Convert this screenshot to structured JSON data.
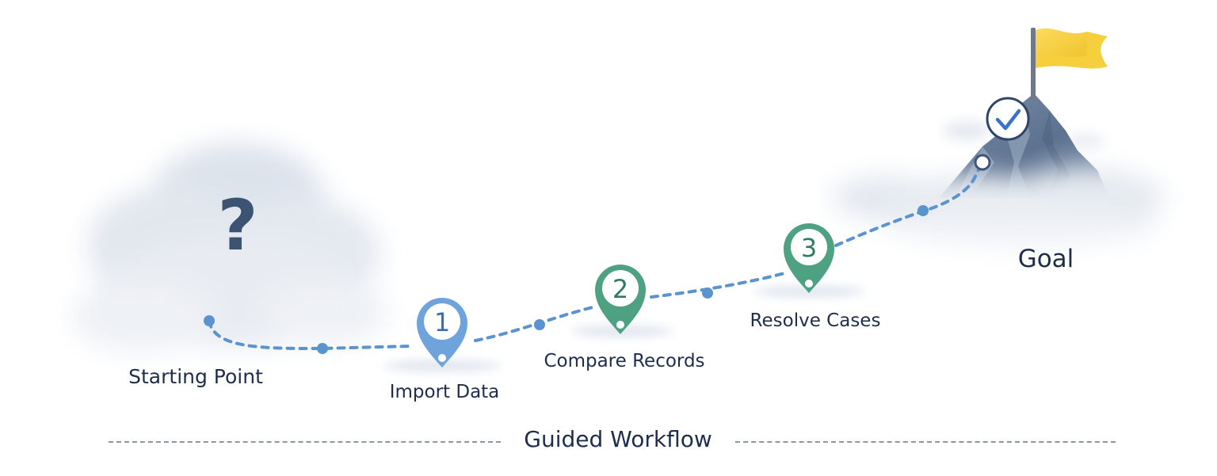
{
  "diagram": {
    "footer_title": "Guided Workflow",
    "start": {
      "label": "Starting Point",
      "symbol": "?"
    },
    "steps": [
      {
        "number": "1",
        "label": "Import Data",
        "color": "#6fa3dc"
      },
      {
        "number": "2",
        "label": "Compare Records",
        "color": "#4fa184"
      },
      {
        "number": "3",
        "label": "Resolve Cases",
        "color": "#4fa184"
      }
    ],
    "goal": {
      "label": "Goal",
      "flag_color": "#f6cf3c",
      "check_color": "#3a73c9"
    },
    "path_color": "#5b93cf"
  }
}
